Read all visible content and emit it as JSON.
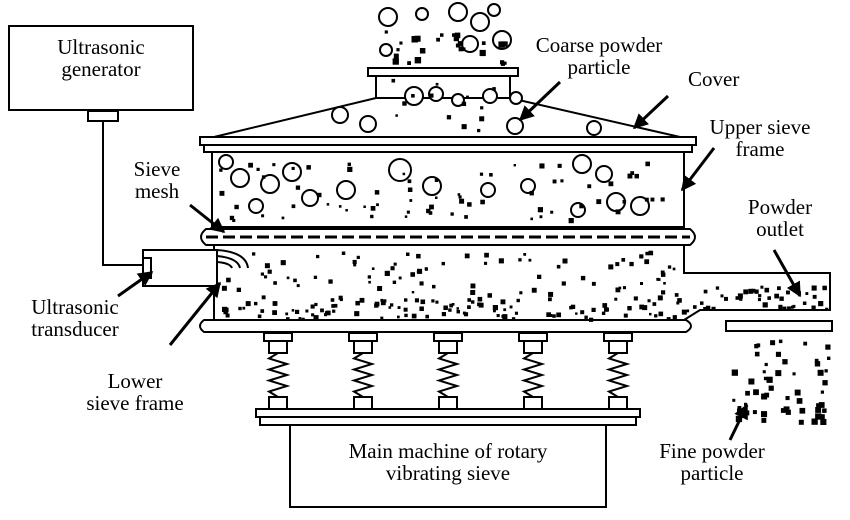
{
  "labels": {
    "ultrasonic_generator": [
      "Ultrasonic",
      "generator"
    ],
    "coarse_powder_particle": [
      "Coarse powder",
      "particle"
    ],
    "cover": "Cover",
    "upper_sieve_frame": [
      "Upper sieve",
      "frame"
    ],
    "sieve_mesh": [
      "Sieve",
      "mesh"
    ],
    "powder_outlet": [
      "Powder",
      "outlet"
    ],
    "ultrasonic_transducer": [
      "Ultrasonic",
      "transducer"
    ],
    "lower_sieve_frame": [
      "Lower",
      "sieve frame"
    ],
    "main_machine": [
      "Main machine of rotary",
      "vibrating sieve"
    ],
    "fine_powder_particle": [
      "Fine powder",
      "particle"
    ]
  },
  "colors": {
    "line": "#000000",
    "background": "#ffffff"
  },
  "springs": 5
}
